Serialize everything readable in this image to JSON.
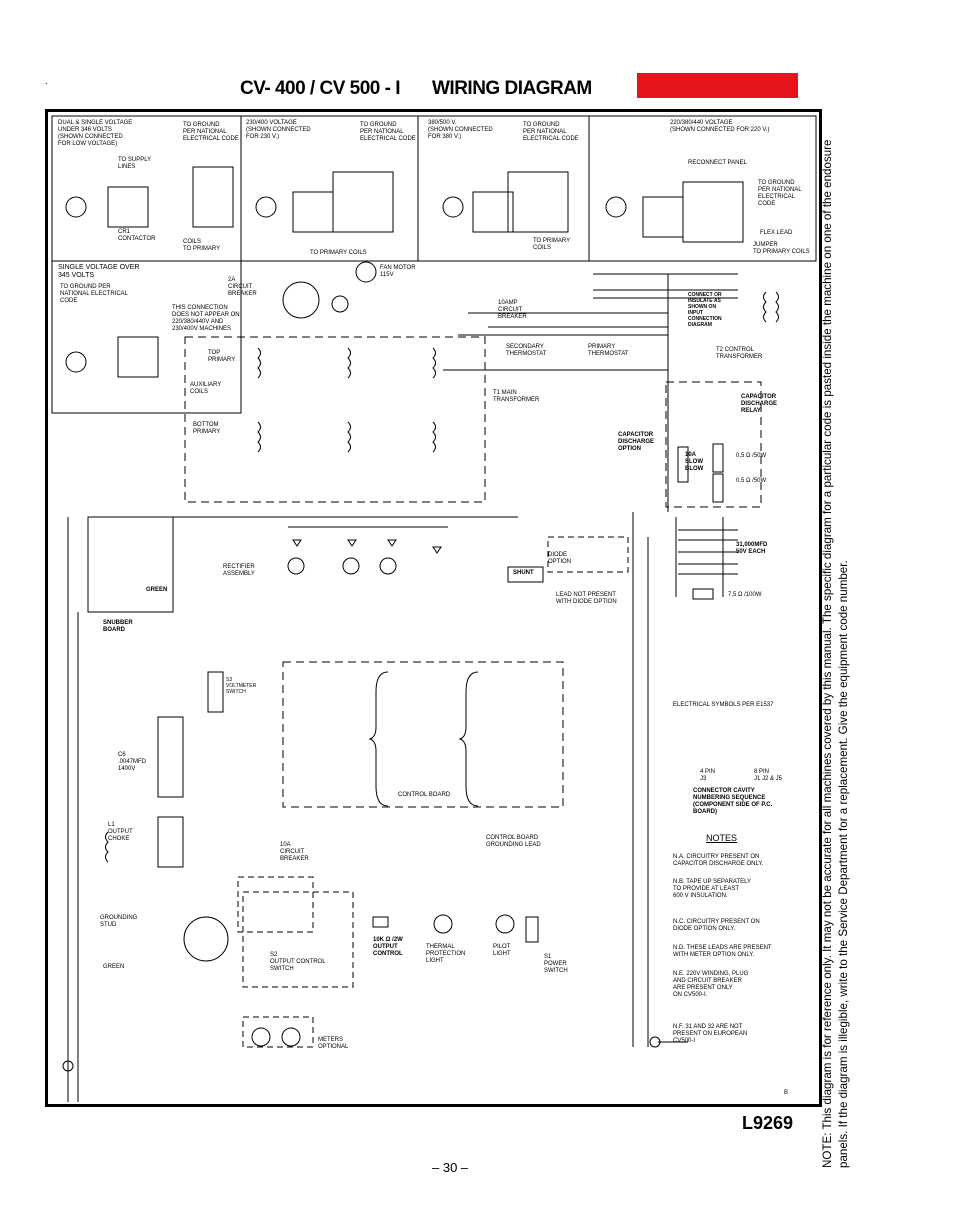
{
  "header": {
    "dot": ".",
    "title_model": "CV- 400 /  CV 500 - I",
    "title_text": "WIRING DIAGRAM",
    "accent_color": "#e8141c"
  },
  "panels": {
    "p1": "DUAL & SINGLE VOLTAGE\nUNDER 346 VOLTS\n(SHOWN CONNECTED\nFOR LOW VOLTAGE)",
    "p1_ground": "TO GROUND\nPER NATIONAL\nELECTRICAL CODE",
    "p2": "230/400 VOLTAGE\n(SHOWN CONNECTED\nFOR 230 V.)",
    "p2_ground": "TO GROUND\nPER NATIONAL\nELECTRICAL CODE",
    "p3": "380/500 V.\n(SHOWN CONNECTED\nFOR 380 V.)",
    "p3_ground": "TO GROUND\nPER NATIONAL\nELECTRICAL CODE",
    "p4": "220/380/440 VOLTAGE\n(SHOWN CONNECTED FOR 220 V.)",
    "p4_ground": "TO GROUND\nPER NATIONAL\nELECTRICAL\nCODE",
    "p5": "SINGLE VOLTAGE OVER\n345 VOLTS",
    "p5_ground": "TO GROUND PER\nNATIONAL ELECTRICAL\nCODE",
    "to_supply_lines": "TO SUPPLY\nLINES",
    "reconnect_panel": "RECONNECT PANEL",
    "coils_to_primary": "COILS\nTO PRIMARY",
    "to_primary_coils": "TO PRIMARY COILS",
    "to_primary_coils2": "TO PRIMARY\nCOILS",
    "contactor": "CR1\nCONTACTOR",
    "flex_lead": "FLEX LEAD",
    "jumper": "JUMPER\nTO PRIMARY COILS"
  },
  "components": {
    "fan_motor": "FAN MOTOR\n115V",
    "circuit_breaker_2a": "2A\nCIRCUIT\nBREAKER",
    "connection_note": "THIS CONNECTION\nDOES NOT APPEAR ON\n220/380/440V AND\n230/400V MACHINES",
    "breaker_10a_top": "10AMP\nCIRCUIT\nBREAKER",
    "secondary_thermostat": "SECONDARY\nTHERMOSTAT",
    "primary_thermostat": "PRIMARY\nTHERMOSTAT",
    "connect_note": "CONNECT OR\nINSULATE AS\nSHOWN ON\nINPUT\nCONNECTION\nDIAGRAM",
    "t2_transformer": "T2 CONTROL\nTRANSFORMER",
    "top_primary": "TOP\nPRIMARY",
    "auxiliary_coils": "AUXILIARY\nCOILS",
    "bottom_primary": "BOTTOM\nPRIMARY",
    "t1_transformer": "T1 MAIN\nTRANSFORMER",
    "capacitor_relay": "CAPACITOR\nDISCHARGE\nRELAY",
    "capacitor_option": "CAPACITOR\nDISCHARGE\nOPTION",
    "fuse_10a": "10A\nSLOW\nBLOW",
    "res1": "0,5  Ω /50W",
    "res2": "0.5  Ω /50W",
    "capacitors": "31,000MFD\n50V EACH",
    "res3": "7,5 Ω /100W",
    "rectifier": "RECTIFIER\nASSEMBLY",
    "diode_option": "DIODE\nOPTION",
    "shunt": "SHUNT",
    "lead_note": "LEAD NOT PRESENT\nWITH DIODE OPTION",
    "snubber": "SNUBBER\nBOARD",
    "green": "GREEN",
    "voltmeter_switch": "S3\nVOLTMETER\nSWITCH",
    "c6": "C6\n.0047MFD\n1400V",
    "control_board": "CONTROL BOARD",
    "control_board_ground": "CONTROL BOARD\nGROUNDING LEAD",
    "output_choke": "L1\nOUTPUT\nCHOKE",
    "breaker_10a_bottom": "10A\nCIRCUIT\nBREAKER",
    "grounding_stud": "GROUNDING\nSTUD",
    "green2": "GREEN",
    "s2": "S2\nOUTPUT CONTROL\nSWITCH",
    "output_control": "10K Ω /2W\nOUTPUT\nCONTROL",
    "thermal_light": "THERMAL\nPROTECTION\nLIGHT",
    "pilot_light": "PILOT\nLIGHT",
    "power_switch": "S1\nPOWER\nSWITCH",
    "meters": "METERS\nOPTIONAL"
  },
  "legend": {
    "symbols": "ELECTRICAL SYMBOLS PER    E1537",
    "pin4": "4 PIN\nJ3",
    "pin8": "8 PIN\nJ1 J2 & J5",
    "cavity": "CONNECTOR CAVITY\nNUMBERING SEQUENCE\n(COMPONENT SIDE OF P.C.\nBOARD)"
  },
  "notes": {
    "heading": "NOTES",
    "items": [
      "N.A. CIRCUITRY PRESENT ON\n         CAPACITOR DISCHARGE  ONLY.",
      "N.B. TAPE UP SEPARATELY\n         TO PROVIDE AT LEAST\n         600 V INSULATION.",
      "N.C. CIRCUITRY PRESENT ON\n         DIODE OPTION ONLY.",
      "N.D. THESE LEADS ARE PRESENT\n         WITH METER OPTION ONLY.",
      "N.E. 220V WINDING, PLUG\n         AND CIRCUIT BREAKER\n         ARE PRESENT ONLY\n         ON CV500-I.",
      "N.F. 31 AND 32 ARE NOT\n         PRESENT ON EUROPEAN\n         CV500-I"
    ]
  },
  "footer": {
    "revision": "B",
    "document_number": "L9269",
    "page_number": "– 30 –",
    "side_note": "NOTE:  This diagram is for reference only.   It may not be accurate for all machines covered by this manual.  The specific diagram for a particular code is pasted inside the machine on one of the endosure panels.  If the diagram is illegible, write to the Service Department for a replacement.  Give the equipment code number."
  }
}
